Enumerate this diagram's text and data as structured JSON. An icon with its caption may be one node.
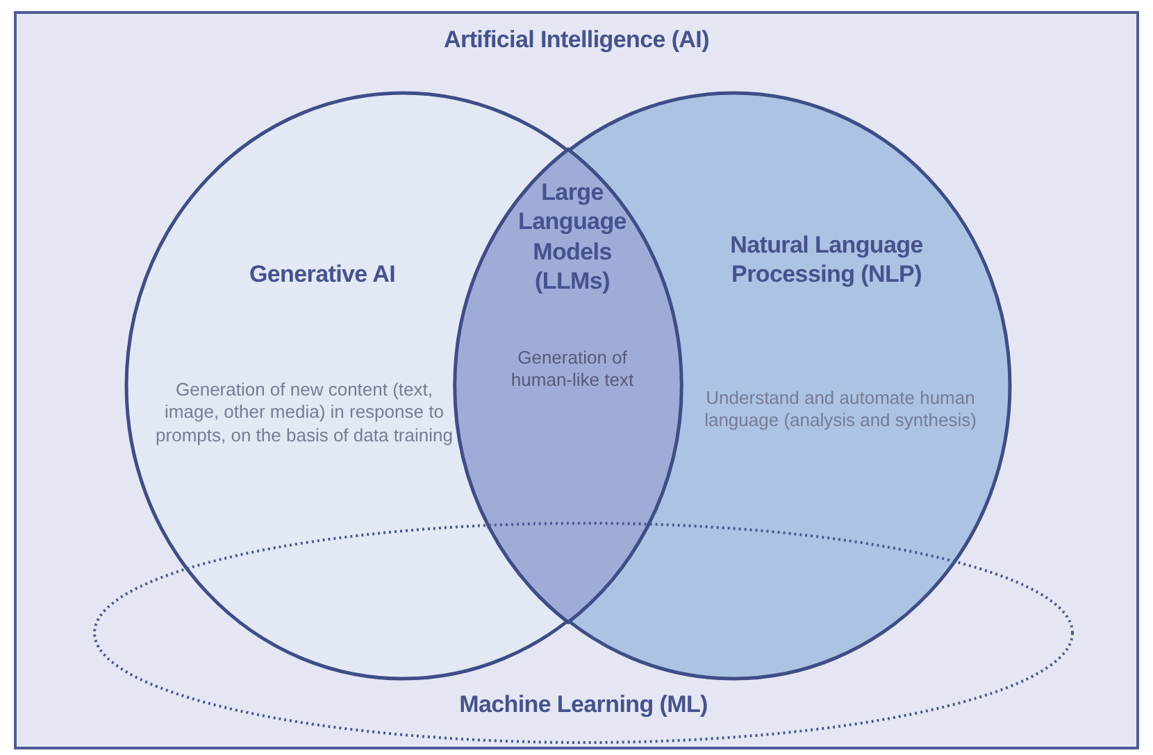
{
  "diagram": {
    "nodes": [
      {
        "text": [
          "Artificial Intelligence (AI)"
        ]
      },
      {
        "text": [
          "Generative AI",
          "Generation of new content (text, image, other media) in response to prompts, on the basis of data training"
        ],
        "in": 0
      },
      {
        "text": [
          "Natural Language Processing (NLP)",
          "Understand and automate human language (analysis and synthesis)"
        ],
        "in": 0
      },
      {
        "text": [
          "Large Language Models (LLMs)",
          "Generation of human-like text"
        ]
      },
      {
        "text": [
          "Machine Learning (ML)"
        ],
        "in": 0
      }
    ]
  }
}
